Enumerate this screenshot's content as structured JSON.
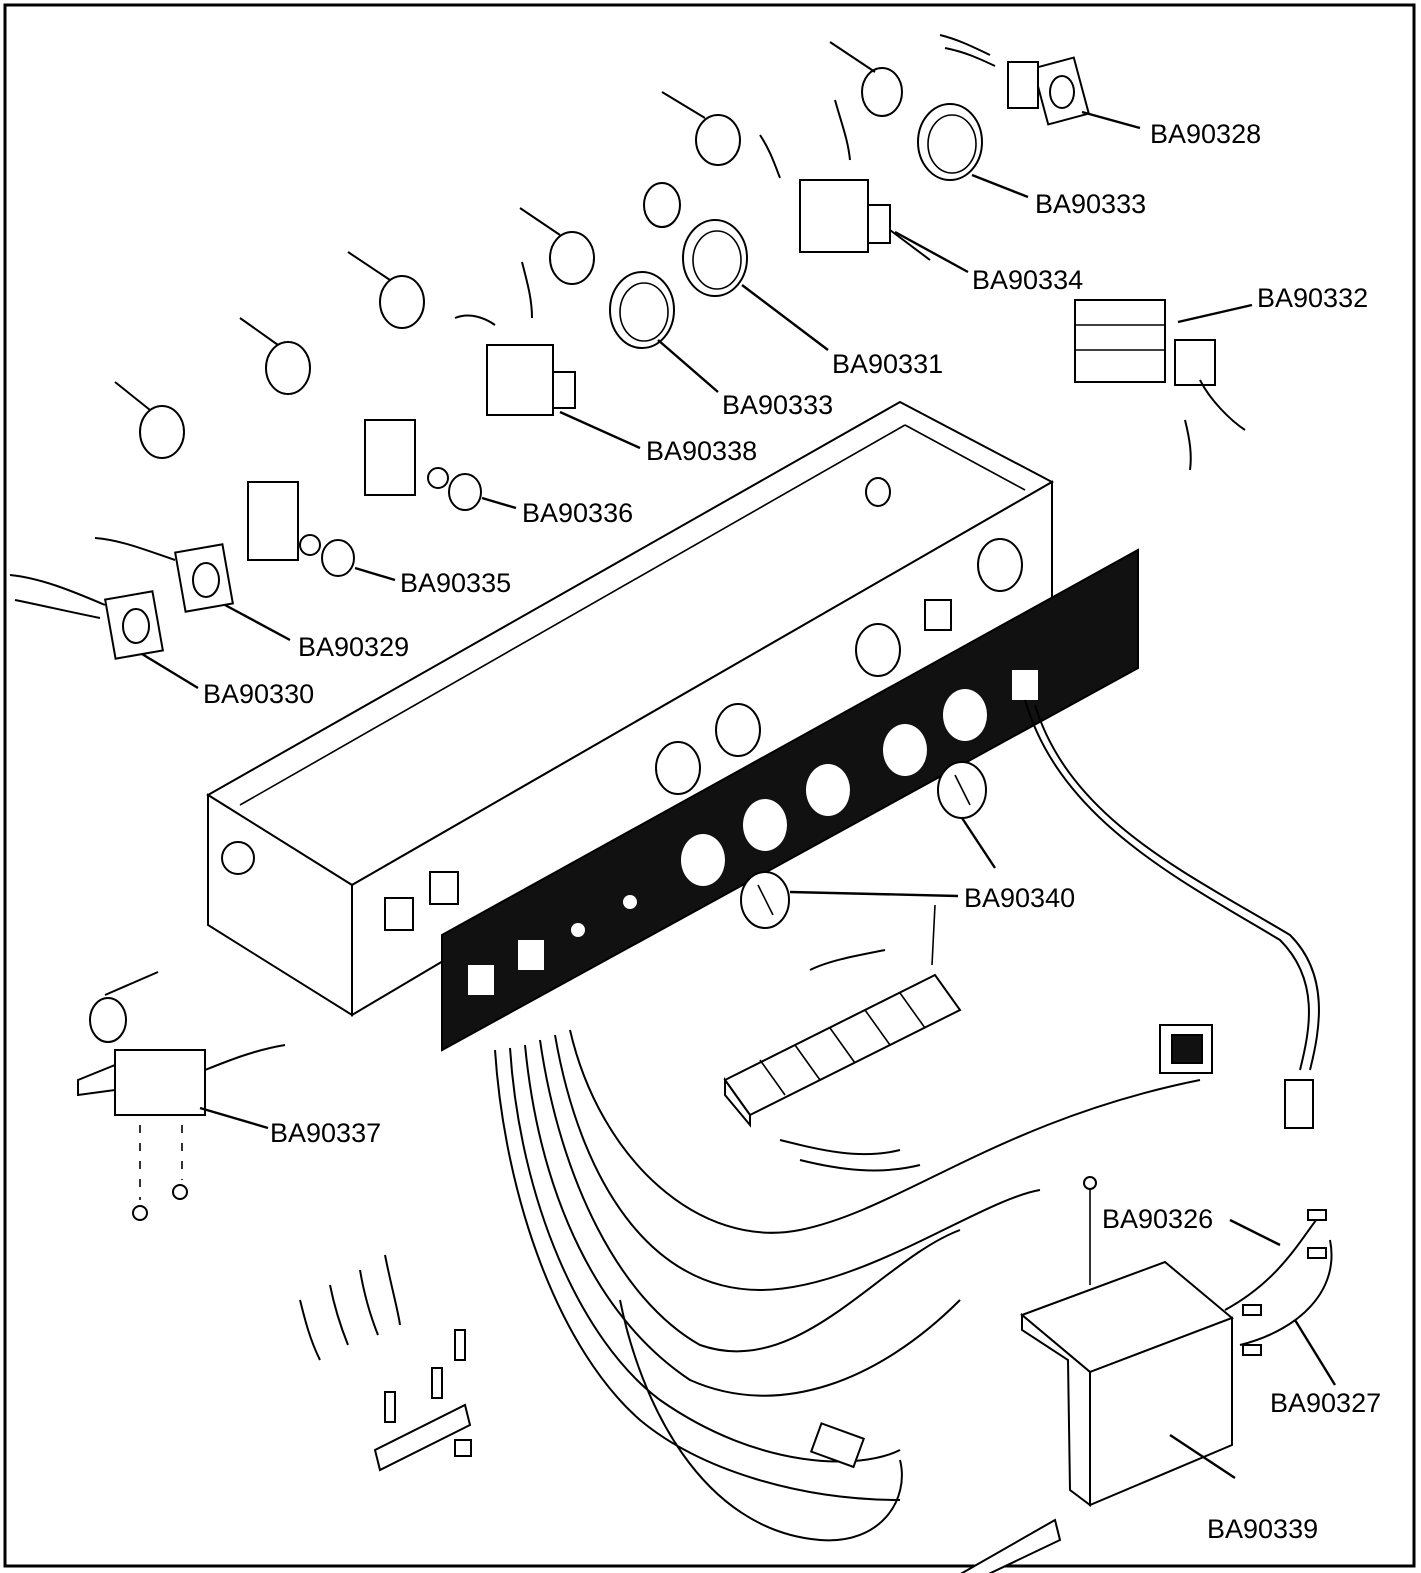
{
  "labels": {
    "ba90328": "BA90328",
    "ba90333_top": "BA90333",
    "ba90334": "BA90334",
    "ba90332": "BA90332",
    "ba90331": "BA90331",
    "ba90333_mid": "BA90333",
    "ba90338": "BA90338",
    "ba90336": "BA90336",
    "ba90335": "BA90335",
    "ba90329": "BA90329",
    "ba90330": "BA90330",
    "ba90340": "BA90340",
    "ba90337": "BA90337",
    "ba90326": "BA90326",
    "ba90327": "BA90327",
    "ba90339": "BA90339"
  }
}
